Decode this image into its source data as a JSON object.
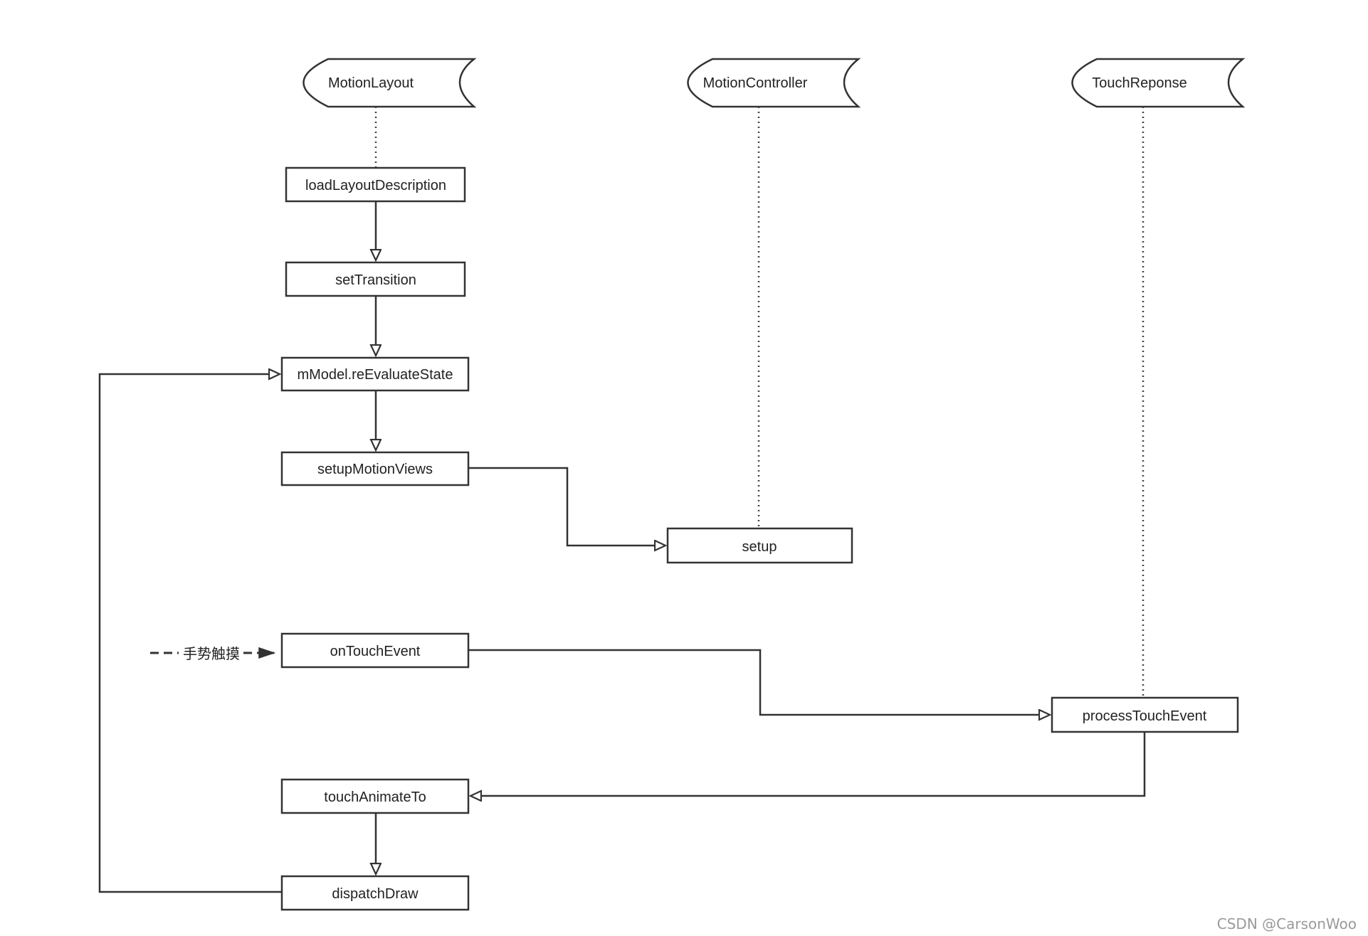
{
  "diagram": {
    "actors": [
      {
        "id": "motion-layout",
        "label": "MotionLayout"
      },
      {
        "id": "motion-controller",
        "label": "MotionController"
      },
      {
        "id": "touch-reponse",
        "label": "TouchReponse"
      }
    ],
    "nodes": [
      {
        "id": "load-layout-description",
        "label": "loadLayoutDescription"
      },
      {
        "id": "set-transition",
        "label": "setTransition"
      },
      {
        "id": "mmodel-reevaluate-state",
        "label": "mModel.reEvaluateState"
      },
      {
        "id": "setup-motion-views",
        "label": "setupMotionViews"
      },
      {
        "id": "setup",
        "label": "setup"
      },
      {
        "id": "on-touch-event",
        "label": "onTouchEvent"
      },
      {
        "id": "process-touch-event",
        "label": "processTouchEvent"
      },
      {
        "id": "touch-animate-to",
        "label": "touchAnimateTo"
      },
      {
        "id": "dispatch-draw",
        "label": "dispatchDraw"
      }
    ],
    "gesture_label": "手势触摸",
    "watermark": "CSDN @CarsonWoo"
  },
  "colors": {
    "stroke": "#333333",
    "text": "#222222",
    "background": "#ffffff",
    "watermark": "#9a9a9a"
  }
}
